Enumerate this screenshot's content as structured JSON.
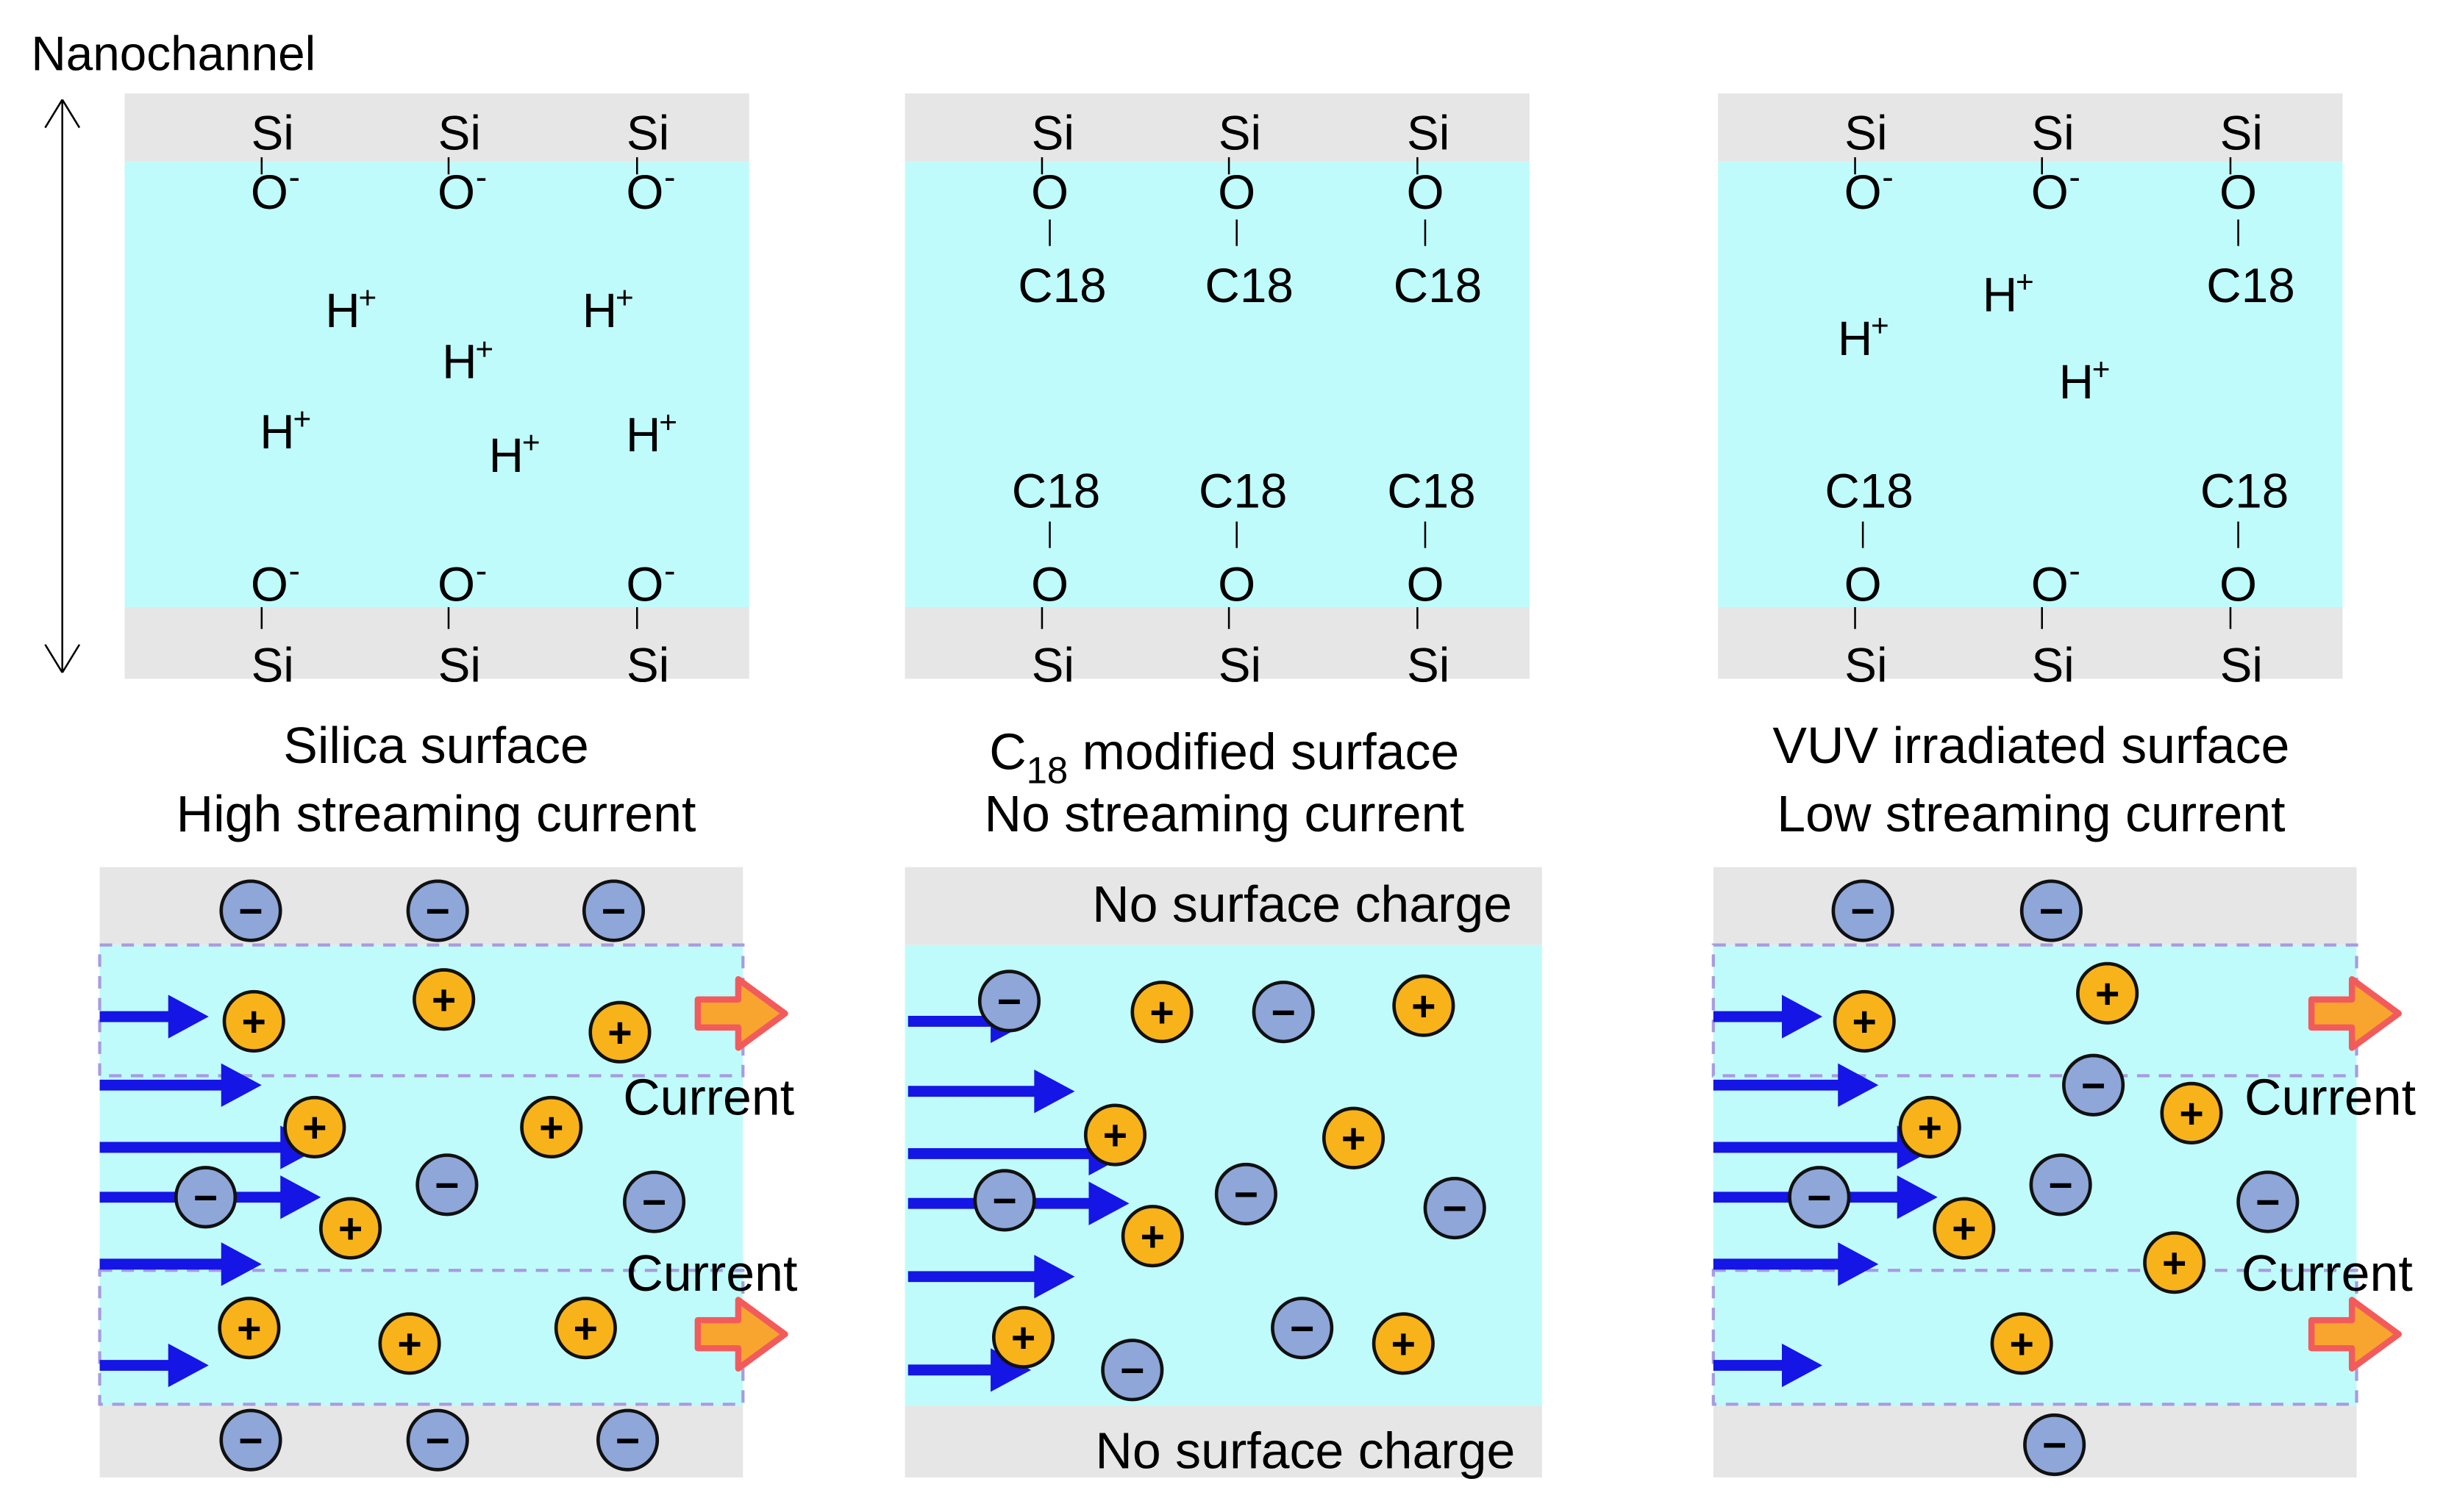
{
  "axis_label": "Nanochannel",
  "colors": {
    "channel": "#c0fbfb",
    "wall": "#e6e6e6",
    "pos_ion": "#f8b31a",
    "neg_ion": "#8ea6d8",
    "flow_arrow": "#1515e6",
    "current_arrow": "#f8a530",
    "current_arrow_outline": "#f25b5b",
    "high_current_text": "#ff0000",
    "low_current_text": "#5b86c8",
    "dashed": "#a79be0"
  },
  "icons": {
    "positive_ion": "plus-circle-icon",
    "negative_ion": "minus-circle-icon",
    "flow": "arrow-right-icon",
    "current": "block-arrow-right-icon",
    "axis": "double-arrow-vertical-icon"
  },
  "panels": [
    {
      "title": "Silica surface",
      "subtitle": "High streaming current",
      "top_top_label": "",
      "bottom_bottom_label": "",
      "current_labels": [
        "Current",
        "Current"
      ],
      "top_groups": [
        {
          "si": "Si",
          "o": "O",
          "sup": "-"
        },
        {
          "si": "Si",
          "o": "O",
          "sup": "-"
        },
        {
          "si": "Si",
          "o": "O",
          "sup": "-"
        }
      ],
      "bottom_groups": [
        {
          "si": "Si",
          "o": "O",
          "sup": "-"
        },
        {
          "si": "Si",
          "o": "O",
          "sup": "-"
        },
        {
          "si": "Si",
          "o": "O",
          "sup": "-"
        }
      ],
      "protons": [
        "H",
        "H",
        "H",
        "H",
        "H",
        "H"
      ],
      "proton_charge": "+"
    },
    {
      "title_prefix": "C",
      "title_sub": "18",
      "title_suffix": " modified surface",
      "subtitle": "No streaming current",
      "top_top_label": "No surface charge",
      "bottom_bottom_label": "No surface charge",
      "current_labels": [],
      "top_groups": [
        {
          "si": "Si",
          "o": "O",
          "c18": "C18"
        },
        {
          "si": "Si",
          "o": "O",
          "c18": "C18"
        },
        {
          "si": "Si",
          "o": "O",
          "c18": "C18"
        }
      ],
      "bottom_groups": [
        {
          "si": "Si",
          "o": "O",
          "c18": "C18"
        },
        {
          "si": "Si",
          "o": "O",
          "c18": "C18"
        },
        {
          "si": "Si",
          "o": "O",
          "c18": "C18"
        }
      ],
      "protons": [],
      "proton_charge": "+"
    },
    {
      "title": "VUV irradiated surface",
      "subtitle": "Low streaming current",
      "top_top_label": "",
      "bottom_bottom_label": "",
      "current_labels": [
        "Current",
        "Current"
      ],
      "top_groups": [
        {
          "si": "Si",
          "o": "O",
          "sup": "-"
        },
        {
          "si": "Si",
          "o": "O",
          "sup": "-"
        },
        {
          "si": "Si",
          "o": "O",
          "c18": "C18"
        }
      ],
      "bottom_groups": [
        {
          "si": "Si",
          "o": "O",
          "c18": "C18"
        },
        {
          "si": "Si",
          "o": "O",
          "sup": "-"
        },
        {
          "si": "Si",
          "o": "O",
          "c18": "C18"
        }
      ],
      "protons": [
        "H",
        "H",
        "H"
      ],
      "proton_charge": "+"
    }
  ],
  "ion_signs": {
    "plus": "+",
    "minus": "−"
  }
}
